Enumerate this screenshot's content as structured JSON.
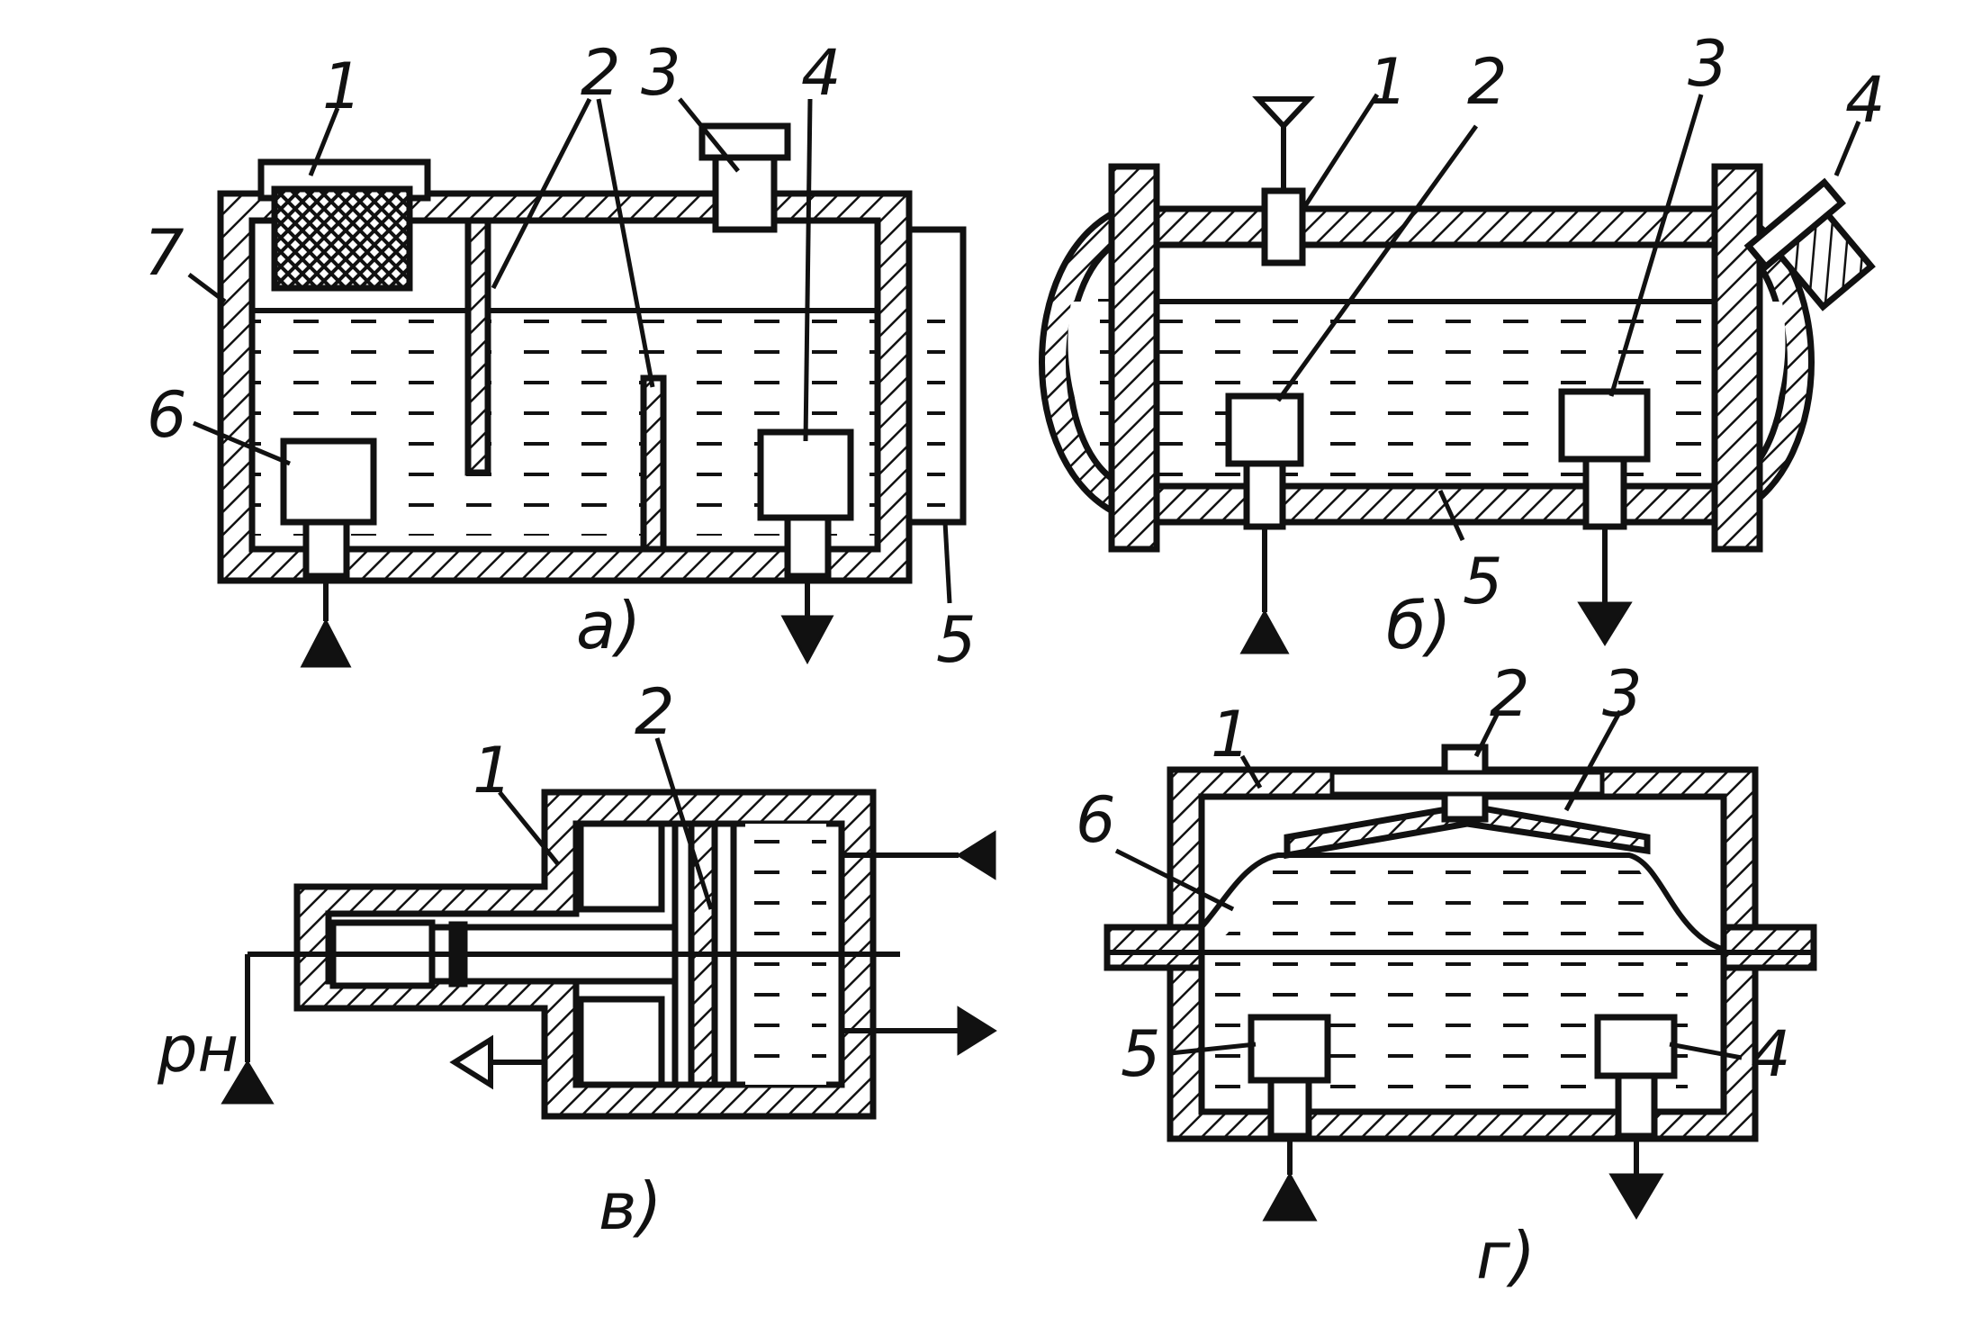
{
  "panel_a": {
    "caption": "а)",
    "labels": {
      "l1": "1",
      "l2": "2",
      "l3": "3",
      "l4": "4",
      "l5": "5",
      "l6": "6",
      "l7": "7"
    }
  },
  "panel_b": {
    "caption": "б)",
    "labels": {
      "l1": "1",
      "l2": "2",
      "l3": "3",
      "l4": "4",
      "l5": "5"
    }
  },
  "panel_c": {
    "caption": "в)",
    "labels": {
      "l1": "1",
      "l2": "2",
      "pressure": "pн"
    }
  },
  "panel_d": {
    "caption": "г)",
    "labels": {
      "l1": "1",
      "l2": "2",
      "l3": "3",
      "l4": "4",
      "l5": "5",
      "l6": "6"
    }
  },
  "colors": {
    "ink": "#111111",
    "background": "#ffffff"
  }
}
